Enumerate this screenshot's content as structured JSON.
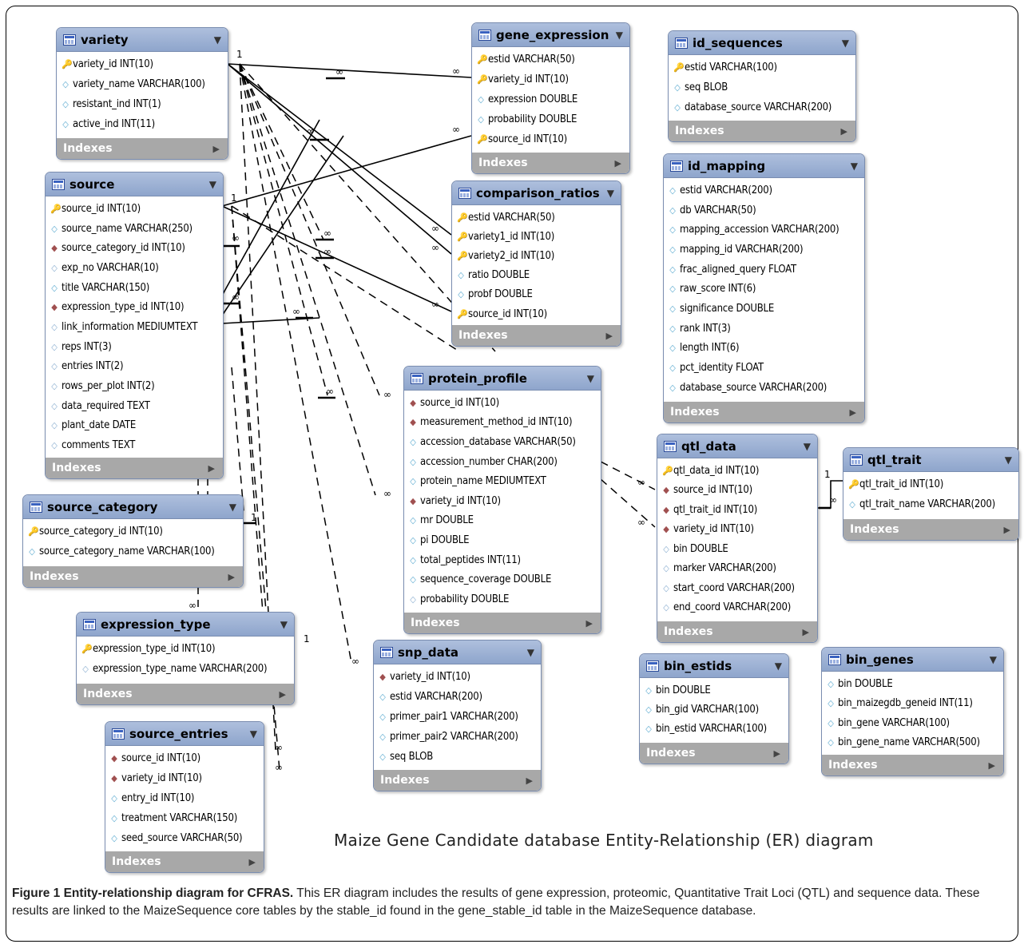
{
  "diagram_title": "Maize Gene Candidate database Entity-Relationship (ER) diagram",
  "caption": {
    "label": "Figure 1 Entity-relationship diagram for CFRAS.",
    "text": " This ER diagram includes the results of gene expression, proteomic, Quantitative Trait Loci (QTL) and sequence data. These results are linked to the MaizeSequence core tables by the stable_id found in the gene_stable_id table in the MaizeSequence database."
  },
  "indexes_label": "Indexes",
  "colors": {
    "header": "#9eb3d8",
    "index_bar": "#a8a8a8",
    "primary_key": "#e8b900",
    "foreign_key": "#a05050",
    "field": "#5aaad0"
  },
  "tables": [
    {
      "name": "variety",
      "columns": [
        {
          "text": "variety_id INT(10)",
          "key": "pk"
        },
        {
          "text": "variety_name VARCHAR(100)",
          "key": "field"
        },
        {
          "text": "resistant_ind INT(1)",
          "key": "field"
        },
        {
          "text": "active_ind INT(11)",
          "key": "field"
        }
      ]
    },
    {
      "name": "source",
      "columns": [
        {
          "text": "source_id INT(10)",
          "key": "pk"
        },
        {
          "text": "source_name VARCHAR(250)",
          "key": "field"
        },
        {
          "text": "source_category_id INT(10)",
          "key": "fk"
        },
        {
          "text": "exp_no VARCHAR(10)",
          "key": "nil"
        },
        {
          "text": "title VARCHAR(150)",
          "key": "field"
        },
        {
          "text": "expression_type_id INT(10)",
          "key": "fk"
        },
        {
          "text": "link_information MEDIUMTEXT",
          "key": "nil"
        },
        {
          "text": "reps INT(3)",
          "key": "nil"
        },
        {
          "text": "entries INT(2)",
          "key": "nil"
        },
        {
          "text": "rows_per_plot INT(2)",
          "key": "nil"
        },
        {
          "text": "data_required TEXT",
          "key": "nil"
        },
        {
          "text": "plant_date DATE",
          "key": "nil"
        },
        {
          "text": "comments TEXT",
          "key": "nil"
        }
      ]
    },
    {
      "name": "source_category",
      "columns": [
        {
          "text": "source_category_id INT(10)",
          "key": "pk"
        },
        {
          "text": "source_category_name VARCHAR(100)",
          "key": "field"
        }
      ]
    },
    {
      "name": "expression_type",
      "columns": [
        {
          "text": "expression_type_id INT(10)",
          "key": "pk"
        },
        {
          "text": "expression_type_name VARCHAR(200)",
          "key": "nil"
        }
      ]
    },
    {
      "name": "source_entries",
      "columns": [
        {
          "text": "source_id INT(10)",
          "key": "fk"
        },
        {
          "text": "variety_id INT(10)",
          "key": "fk"
        },
        {
          "text": "entry_id INT(10)",
          "key": "field"
        },
        {
          "text": "treatment VARCHAR(150)",
          "key": "field"
        },
        {
          "text": "seed_source VARCHAR(50)",
          "key": "field"
        }
      ]
    },
    {
      "name": "gene_expression",
      "columns": [
        {
          "text": "estid VARCHAR(50)",
          "key": "pk"
        },
        {
          "text": "variety_id INT(10)",
          "key": "pk"
        },
        {
          "text": "expression DOUBLE",
          "key": "field"
        },
        {
          "text": "probability DOUBLE",
          "key": "field"
        },
        {
          "text": "source_id INT(10)",
          "key": "pk"
        }
      ]
    },
    {
      "name": "comparison_ratios",
      "columns": [
        {
          "text": "estid VARCHAR(50)",
          "key": "pk"
        },
        {
          "text": "variety1_id INT(10)",
          "key": "pk"
        },
        {
          "text": "variety2_id INT(10)",
          "key": "pk"
        },
        {
          "text": "ratio DOUBLE",
          "key": "field"
        },
        {
          "text": "probf DOUBLE",
          "key": "field"
        },
        {
          "text": "source_id INT(10)",
          "key": "pk"
        }
      ]
    },
    {
      "name": "protein_profile",
      "columns": [
        {
          "text": "source_id INT(10)",
          "key": "fk"
        },
        {
          "text": "measurement_method_id INT(10)",
          "key": "fk"
        },
        {
          "text": "accession_database VARCHAR(50)",
          "key": "field"
        },
        {
          "text": "accession_number CHAR(200)",
          "key": "field"
        },
        {
          "text": "protein_name MEDIUMTEXT",
          "key": "field"
        },
        {
          "text": "variety_id INT(10)",
          "key": "fk"
        },
        {
          "text": "mr DOUBLE",
          "key": "field"
        },
        {
          "text": "pi DOUBLE",
          "key": "field"
        },
        {
          "text": "total_peptides INT(11)",
          "key": "field"
        },
        {
          "text": "sequence_coverage DOUBLE",
          "key": "field"
        },
        {
          "text": "probability DOUBLE",
          "key": "nil"
        }
      ]
    },
    {
      "name": "snp_data",
      "columns": [
        {
          "text": "variety_id INT(10)",
          "key": "fk"
        },
        {
          "text": "estid VARCHAR(200)",
          "key": "field"
        },
        {
          "text": "primer_pair1 VARCHAR(200)",
          "key": "field"
        },
        {
          "text": "primer_pair2 VARCHAR(200)",
          "key": "field"
        },
        {
          "text": "seq BLOB",
          "key": "field"
        }
      ]
    },
    {
      "name": "id_sequences",
      "columns": [
        {
          "text": "estid VARCHAR(100)",
          "key": "pk"
        },
        {
          "text": "seq BLOB",
          "key": "field"
        },
        {
          "text": "database_source VARCHAR(200)",
          "key": "field"
        }
      ]
    },
    {
      "name": "id_mapping",
      "columns": [
        {
          "text": "estid VARCHAR(200)",
          "key": "field"
        },
        {
          "text": "db VARCHAR(50)",
          "key": "field"
        },
        {
          "text": "mapping_accession VARCHAR(200)",
          "key": "field"
        },
        {
          "text": "mapping_id VARCHAR(200)",
          "key": "field"
        },
        {
          "text": "frac_aligned_query FLOAT",
          "key": "field"
        },
        {
          "text": "raw_score INT(6)",
          "key": "field"
        },
        {
          "text": "significance DOUBLE",
          "key": "field"
        },
        {
          "text": "rank INT(3)",
          "key": "field"
        },
        {
          "text": "length INT(6)",
          "key": "field"
        },
        {
          "text": "pct_identity FLOAT",
          "key": "field"
        },
        {
          "text": "database_source VARCHAR(200)",
          "key": "field"
        }
      ]
    },
    {
      "name": "qtl_data",
      "columns": [
        {
          "text": "qtl_data_id INT(10)",
          "key": "pk"
        },
        {
          "text": "source_id INT(10)",
          "key": "fk"
        },
        {
          "text": "qtl_trait_id INT(10)",
          "key": "fk"
        },
        {
          "text": "variety_id INT(10)",
          "key": "fk"
        },
        {
          "text": "bin DOUBLE",
          "key": "nil"
        },
        {
          "text": "marker VARCHAR(200)",
          "key": "nil"
        },
        {
          "text": "start_coord VARCHAR(200)",
          "key": "nil"
        },
        {
          "text": "end_coord VARCHAR(200)",
          "key": "nil"
        }
      ]
    },
    {
      "name": "qtl_trait",
      "columns": [
        {
          "text": "qtl_trait_id INT(10)",
          "key": "pk"
        },
        {
          "text": "qtl_trait_name VARCHAR(200)",
          "key": "field"
        }
      ]
    },
    {
      "name": "bin_estids",
      "columns": [
        {
          "text": "bin DOUBLE",
          "key": "field"
        },
        {
          "text": "bin_gid VARCHAR(100)",
          "key": "field"
        },
        {
          "text": "bin_estid VARCHAR(100)",
          "key": "field"
        }
      ]
    },
    {
      "name": "bin_genes",
      "columns": [
        {
          "text": "bin DOUBLE",
          "key": "field"
        },
        {
          "text": "bin_maizegdb_geneid INT(11)",
          "key": "field"
        },
        {
          "text": "bin_gene VARCHAR(100)",
          "key": "field"
        },
        {
          "text": "bin_gene_name VARCHAR(500)",
          "key": "field"
        }
      ]
    }
  ],
  "relationships": [
    {
      "from": "variety",
      "to": "gene_expression",
      "cardinality": [
        "1",
        "∞"
      ]
    },
    {
      "from": "variety",
      "to": "comparison_ratios",
      "cardinality": [
        "1",
        "∞"
      ]
    },
    {
      "from": "variety",
      "to": "protein_profile",
      "cardinality": [
        "1",
        "∞"
      ]
    },
    {
      "from": "variety",
      "to": "snp_data",
      "cardinality": [
        "1",
        "∞"
      ]
    },
    {
      "from": "variety",
      "to": "qtl_data",
      "cardinality": [
        "1",
        "∞"
      ]
    },
    {
      "from": "variety",
      "to": "source_entries",
      "cardinality": [
        "1",
        "∞"
      ]
    },
    {
      "from": "source",
      "to": "gene_expression",
      "cardinality": [
        "1",
        "∞"
      ]
    },
    {
      "from": "source",
      "to": "comparison_ratios",
      "cardinality": [
        "1",
        "∞"
      ]
    },
    {
      "from": "source",
      "to": "protein_profile",
      "cardinality": [
        "1",
        "∞"
      ]
    },
    {
      "from": "source",
      "to": "qtl_data",
      "cardinality": [
        "1",
        "∞"
      ]
    },
    {
      "from": "source",
      "to": "source_entries",
      "cardinality": [
        "1",
        "∞"
      ]
    },
    {
      "from": "source_category",
      "to": "source",
      "cardinality": [
        "1",
        "∞"
      ]
    },
    {
      "from": "expression_type",
      "to": "source",
      "cardinality": [
        "1",
        "∞"
      ]
    },
    {
      "from": "qtl_trait",
      "to": "qtl_data",
      "cardinality": [
        "1",
        "∞"
      ]
    }
  ]
}
